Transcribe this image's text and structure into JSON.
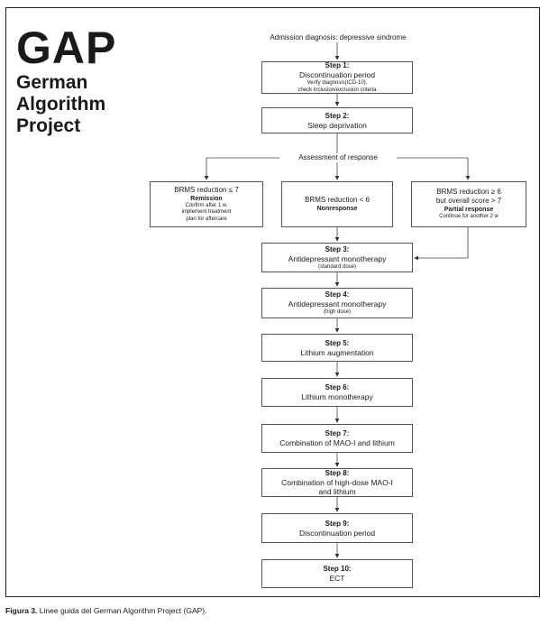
{
  "header": {
    "acronym": "GAP",
    "line1": "German",
    "line2": "Algorithm",
    "line3": "Project"
  },
  "flow": {
    "admission": "Admission diagnosis: depressive sindrome",
    "assessment": "Assessment of response",
    "steps": [
      {
        "title": "Step 1:",
        "desc": "Discontinuation period",
        "sub": "Verify diagnosis(ICD-10),",
        "sub2": "check inclusion/exclusion criteria"
      },
      {
        "title": "Step 2:",
        "desc": "Sleep deprivation"
      },
      {
        "title": "Step 3:",
        "desc": "Antidepressant monotherapy",
        "sub": "(standard dose)"
      },
      {
        "title": "Step 4:",
        "desc": "Antidepressant monotherapy",
        "sub": "(high dose)"
      },
      {
        "title": "Step 5:",
        "desc": "Lithium augmentation"
      },
      {
        "title": "Step 6:",
        "desc": "Lithium monotherapy"
      },
      {
        "title": "Step 7:",
        "desc": "Combination of MAO-I and lithium"
      },
      {
        "title": "Step 8:",
        "desc": "Combination of high-dose MAO-I",
        "desc2": "and lithium"
      },
      {
        "title": "Step 9:",
        "desc": "Discontinuation period"
      },
      {
        "title": "Step 10:",
        "desc": "ECT"
      }
    ],
    "remission": {
      "line": "BRMS reduction ≤ 7",
      "label": "Remission",
      "n1": "Confirm after 1 w,",
      "n2": "implement treatment",
      "n3": "plan for aftercare"
    },
    "nonresponse": {
      "line": "BRMS reduction < 6",
      "label": "Nonresponse"
    },
    "partial": {
      "line1": "BRMS reduction ≥ 6",
      "line2": "but overall score > 7",
      "label": "Partial response",
      "n1": "Continue for another 2 w"
    }
  },
  "caption": {
    "label": "Figura 3.",
    "text": " Linee guida del German Algorithm Project (GAP)."
  }
}
